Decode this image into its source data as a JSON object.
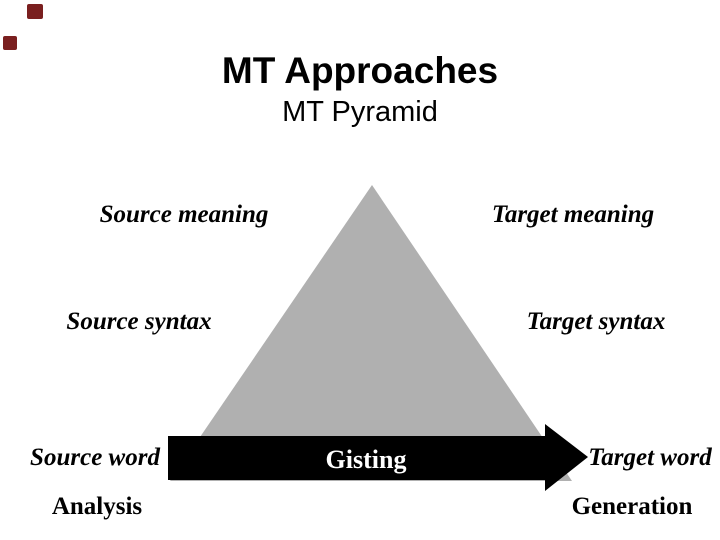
{
  "slide": {
    "title": "MT Approaches",
    "subtitle": "MT Pyramid"
  },
  "pyramid": {
    "left_labels": {
      "meaning": "Source meaning",
      "syntax": "Source syntax",
      "word": "Source word"
    },
    "right_labels": {
      "meaning": "Target meaning",
      "syntax": "Target syntax",
      "word": "Target word"
    },
    "bottom_left": "Analysis",
    "bottom_right": "Generation",
    "arrow_label": "Gisting"
  },
  "colors": {
    "background": "#ffffff",
    "pyramid_fill": "#b0b0b0",
    "arrow_fill": "#000000",
    "arrow_text": "#ffffff",
    "text": "#000000",
    "decor_accent": "#7a1f1f"
  }
}
